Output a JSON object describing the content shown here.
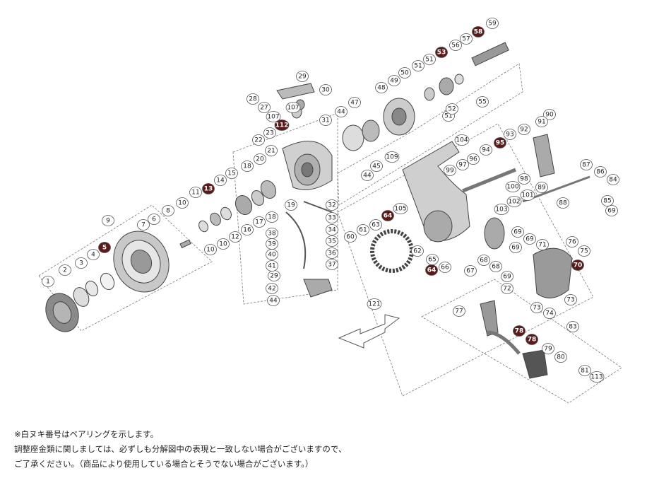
{
  "diagram": {
    "callouts": [
      {
        "label": "1",
        "bearing": false
      },
      {
        "label": "2",
        "bearing": false
      },
      {
        "label": "3",
        "bearing": false
      },
      {
        "label": "4",
        "bearing": false
      },
      {
        "label": "5",
        "bearing": true
      },
      {
        "label": "6",
        "bearing": false
      },
      {
        "label": "7",
        "bearing": false
      },
      {
        "label": "8",
        "bearing": false
      },
      {
        "label": "9",
        "bearing": false
      },
      {
        "label": "10",
        "bearing": false
      },
      {
        "label": "10",
        "bearing": false
      },
      {
        "label": "10",
        "bearing": false
      },
      {
        "label": "11",
        "bearing": false
      },
      {
        "label": "12",
        "bearing": false
      },
      {
        "label": "13",
        "bearing": true
      },
      {
        "label": "14",
        "bearing": false
      },
      {
        "label": "15",
        "bearing": false
      },
      {
        "label": "16",
        "bearing": false
      },
      {
        "label": "17",
        "bearing": false
      },
      {
        "label": "18",
        "bearing": false
      },
      {
        "label": "18",
        "bearing": false
      },
      {
        "label": "19",
        "bearing": false
      },
      {
        "label": "20",
        "bearing": false
      },
      {
        "label": "21",
        "bearing": false
      },
      {
        "label": "22",
        "bearing": false
      },
      {
        "label": "23",
        "bearing": false
      },
      {
        "label": "27",
        "bearing": false
      },
      {
        "label": "28",
        "bearing": false
      },
      {
        "label": "29",
        "bearing": false
      },
      {
        "label": "29",
        "bearing": false
      },
      {
        "label": "30",
        "bearing": false
      },
      {
        "label": "31",
        "bearing": false
      },
      {
        "label": "32",
        "bearing": false
      },
      {
        "label": "33",
        "bearing": false
      },
      {
        "label": "34",
        "bearing": false
      },
      {
        "label": "35",
        "bearing": false
      },
      {
        "label": "36",
        "bearing": false
      },
      {
        "label": "37",
        "bearing": false
      },
      {
        "label": "38",
        "bearing": false
      },
      {
        "label": "39",
        "bearing": false
      },
      {
        "label": "40",
        "bearing": false
      },
      {
        "label": "41",
        "bearing": false
      },
      {
        "label": "42",
        "bearing": false
      },
      {
        "label": "44",
        "bearing": false
      },
      {
        "label": "44",
        "bearing": false
      },
      {
        "label": "44",
        "bearing": false
      },
      {
        "label": "45",
        "bearing": false
      },
      {
        "label": "47",
        "bearing": false
      },
      {
        "label": "48",
        "bearing": false
      },
      {
        "label": "49",
        "bearing": false
      },
      {
        "label": "50",
        "bearing": false
      },
      {
        "label": "51",
        "bearing": false
      },
      {
        "label": "51",
        "bearing": false
      },
      {
        "label": "51",
        "bearing": false
      },
      {
        "label": "52",
        "bearing": false
      },
      {
        "label": "53",
        "bearing": true
      },
      {
        "label": "55",
        "bearing": false
      },
      {
        "label": "56",
        "bearing": false
      },
      {
        "label": "57",
        "bearing": false
      },
      {
        "label": "58",
        "bearing": true
      },
      {
        "label": "59",
        "bearing": false
      },
      {
        "label": "60",
        "bearing": false
      },
      {
        "label": "61",
        "bearing": false
      },
      {
        "label": "62",
        "bearing": false
      },
      {
        "label": "63",
        "bearing": false
      },
      {
        "label": "64",
        "bearing": true
      },
      {
        "label": "64",
        "bearing": true
      },
      {
        "label": "65",
        "bearing": false
      },
      {
        "label": "66",
        "bearing": false
      },
      {
        "label": "67",
        "bearing": false
      },
      {
        "label": "68",
        "bearing": false
      },
      {
        "label": "68",
        "bearing": false
      },
      {
        "label": "69",
        "bearing": false
      },
      {
        "label": "69",
        "bearing": false
      },
      {
        "label": "69",
        "bearing": false
      },
      {
        "label": "69",
        "bearing": false
      },
      {
        "label": "69",
        "bearing": false
      },
      {
        "label": "70",
        "bearing": true
      },
      {
        "label": "71",
        "bearing": false
      },
      {
        "label": "72",
        "bearing": false
      },
      {
        "label": "73",
        "bearing": false
      },
      {
        "label": "73",
        "bearing": false
      },
      {
        "label": "74",
        "bearing": false
      },
      {
        "label": "75",
        "bearing": false
      },
      {
        "label": "76",
        "bearing": false
      },
      {
        "label": "77",
        "bearing": false
      },
      {
        "label": "78",
        "bearing": true
      },
      {
        "label": "78",
        "bearing": true
      },
      {
        "label": "79",
        "bearing": false
      },
      {
        "label": "80",
        "bearing": false
      },
      {
        "label": "81",
        "bearing": false
      },
      {
        "label": "83",
        "bearing": false
      },
      {
        "label": "84",
        "bearing": false
      },
      {
        "label": "85",
        "bearing": false
      },
      {
        "label": "86",
        "bearing": false
      },
      {
        "label": "87",
        "bearing": false
      },
      {
        "label": "88",
        "bearing": false
      },
      {
        "label": "89",
        "bearing": false
      },
      {
        "label": "90",
        "bearing": false
      },
      {
        "label": "91",
        "bearing": false
      },
      {
        "label": "92",
        "bearing": false
      },
      {
        "label": "93",
        "bearing": false
      },
      {
        "label": "94",
        "bearing": false
      },
      {
        "label": "95",
        "bearing": true
      },
      {
        "label": "96",
        "bearing": false
      },
      {
        "label": "97",
        "bearing": false
      },
      {
        "label": "98",
        "bearing": false
      },
      {
        "label": "99",
        "bearing": false
      },
      {
        "label": "100",
        "bearing": false
      },
      {
        "label": "101",
        "bearing": false
      },
      {
        "label": "102",
        "bearing": false
      },
      {
        "label": "103",
        "bearing": false
      },
      {
        "label": "104",
        "bearing": false
      },
      {
        "label": "105",
        "bearing": false
      },
      {
        "label": "107",
        "bearing": false
      },
      {
        "label": "107",
        "bearing": false
      },
      {
        "label": "109",
        "bearing": false
      },
      {
        "label": "112",
        "bearing": true
      },
      {
        "label": "113",
        "bearing": false
      },
      {
        "label": "121",
        "bearing": false
      }
    ]
  },
  "notes": {
    "line1": "※白ヌキ番号はベアリングを示します。",
    "line2": "調整座金類に関しましては、必ずしも分解図中の表現と一致しない場合がございますので、",
    "line3": "ご了承ください。（商品により使用している場合とそうでない場合がございます。）"
  },
  "colors": {
    "bearing_fill": "#5a1a1a",
    "callout_stroke": "#555555",
    "part_stroke": "#444444",
    "part_fill": "#cfcfcf"
  }
}
